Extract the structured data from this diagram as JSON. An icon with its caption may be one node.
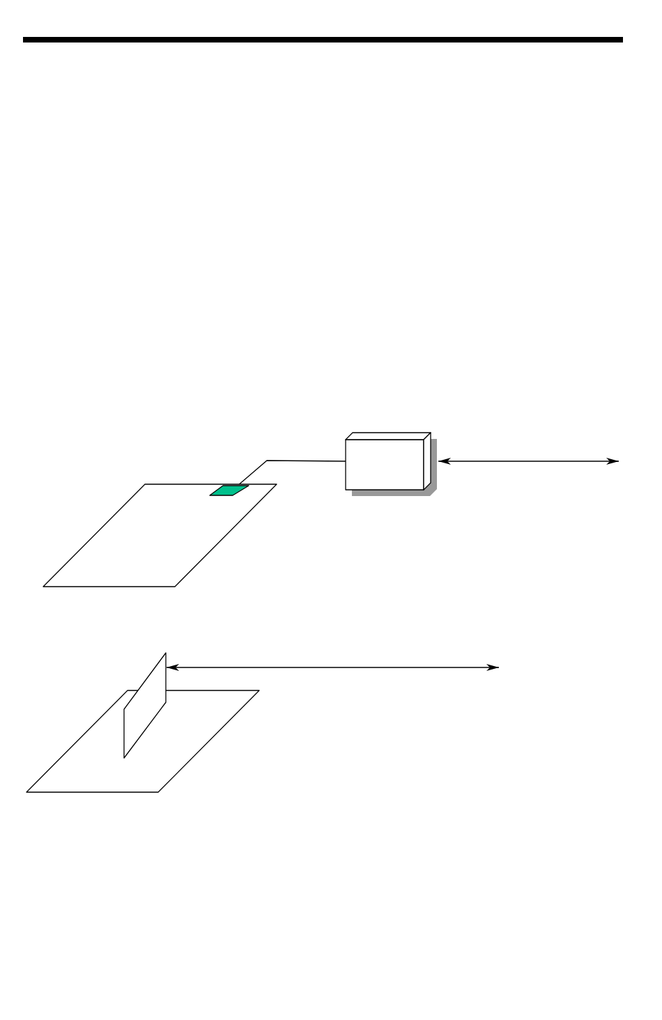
{
  "diagram": {
    "nodes": [
      {
        "text": [],
        "shape": "parallelogram"
      },
      {
        "text": [],
        "shape": "parallelogram",
        "in": 0
      },
      {
        "text": [],
        "shape": "box"
      },
      {
        "text": [],
        "shape": "parallelogram"
      },
      {
        "text": [],
        "shape": "parallelogram"
      }
    ],
    "edges": [
      {
        "from": 1,
        "to": 2,
        "arrow": "none"
      },
      {
        "from": 2,
        "to": null,
        "arrow": "both"
      },
      {
        "from": 4,
        "to": null,
        "arrow": "both"
      }
    ]
  }
}
